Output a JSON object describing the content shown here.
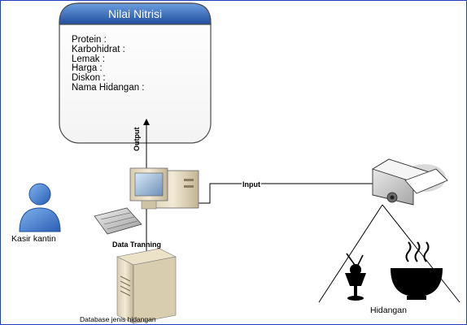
{
  "panel": {
    "title": "Nilai Nitrisi",
    "attributes": [
      "Protein :",
      "Karbohidrat :",
      "Lemak :",
      "Harga :",
      "Diskon :",
      "Nama Hidangan :"
    ]
  },
  "edges": {
    "output_label": "Output",
    "input_label": "Input"
  },
  "nodes": {
    "cashier_label": "Kasir kantin",
    "training_label": "Data Tranning",
    "database_label": "Database jenis hidangan",
    "dishes_label": "Hidangan"
  },
  "icons": {
    "cashier": "person-icon",
    "workstation": "desktop-computer-icon",
    "database": "server-icon",
    "scanner": "camera-scanner-icon",
    "drink": "dessert-glass-icon",
    "food": "hot-bowl-icon"
  },
  "colors": {
    "frame": "#1f3fbf",
    "panel_header": "#2b5fb0",
    "person": "#3c76c9"
  }
}
